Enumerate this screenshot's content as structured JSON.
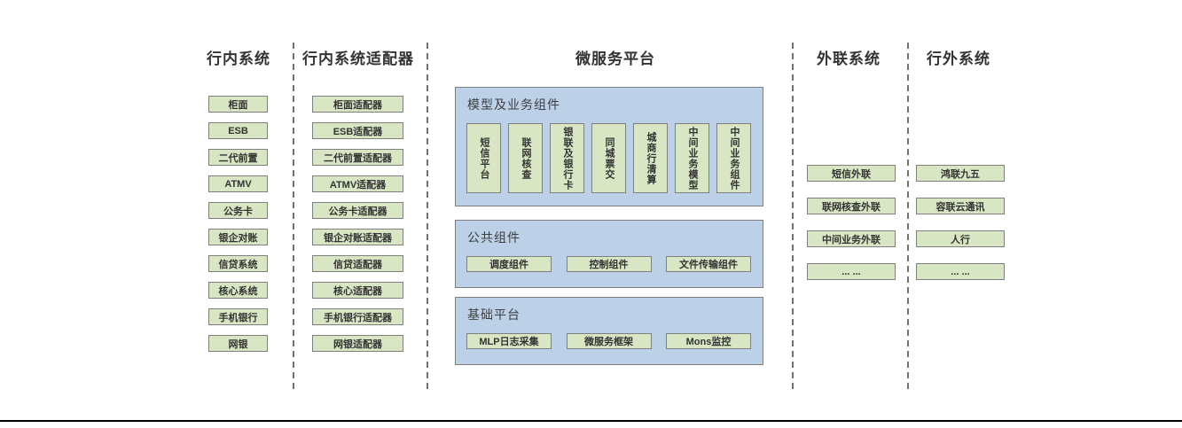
{
  "page": {
    "bg": "#ffffff",
    "box_green": "#d9e6c4",
    "panel_blue": "#bcd0e8",
    "border_gray": "#7f7f7f",
    "divider_gray": "#737373",
    "text_dark": "#333333"
  },
  "columns": {
    "internal": {
      "header": "行内系统",
      "items": [
        "柜面",
        "ESB",
        "二代前置",
        "ATMV",
        "公务卡",
        "银企对账",
        "信贷系统",
        "核心系统",
        "手机银行",
        "网银"
      ]
    },
    "adapters": {
      "header": "行内系统适配器",
      "items": [
        "柜面适配器",
        "ESB适配器",
        "二代前置适配器",
        "ATMV适配器",
        "公务卡适配器",
        "银企对账适配器",
        "信贷适配器",
        "核心适配器",
        "手机银行适配器",
        "网银适配器"
      ]
    },
    "microservice": {
      "header": "微服务平台",
      "panels": [
        {
          "title": "模型及业务组件",
          "items": [
            "短信平台",
            "联网核查",
            "银联及银行卡",
            "同城票交",
            "城商行清算",
            "中间业务模型",
            "中间业务组件"
          ]
        },
        {
          "title": "公共组件",
          "items": [
            "调度组件",
            "控制组件",
            "文件传输组件"
          ]
        },
        {
          "title": "基础平台",
          "items": [
            "MLP日志采集",
            "微服务框架",
            "Mons监控"
          ]
        }
      ]
    },
    "external_link": {
      "header": "外联系统",
      "items": [
        "短信外联",
        "联网核查外联",
        "中间业务外联",
        "... ..."
      ]
    },
    "external": {
      "header": "行外系统",
      "items": [
        "鸿联九五",
        "容联云通讯",
        "人行",
        "... ..."
      ]
    }
  }
}
